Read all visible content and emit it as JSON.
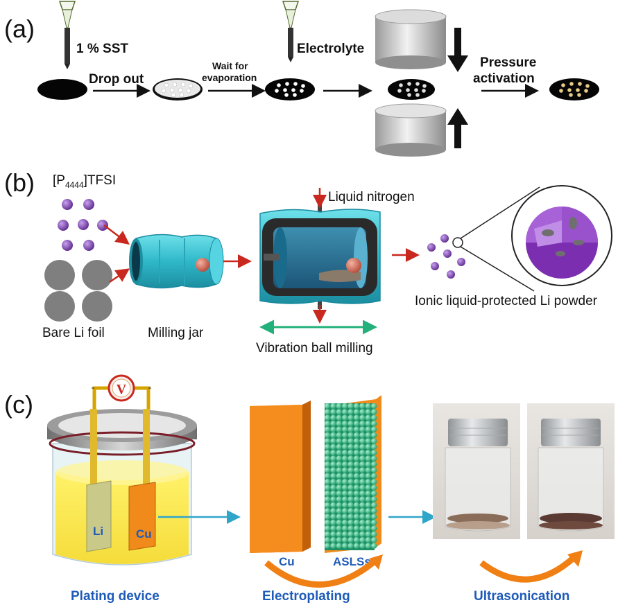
{
  "panel_a": {
    "label": "(a)",
    "sst_text": "1 % SST",
    "drop_out": "Drop out",
    "wait_line1": "Wait for",
    "wait_line2": "evaporation",
    "electrolyte": "Electrolyte",
    "pressure_line1": "Pressure",
    "pressure_line2": "activation"
  },
  "panel_b": {
    "label": "(b)",
    "il_prefix": "[P",
    "il_sub": "4444",
    "il_suffix": "]TFSI",
    "bare_li": "Bare Li foil",
    "milling_jar": "Milling jar",
    "liquid_nitrogen": "Liquid nitrogen",
    "vibration": "Vibration ball milling",
    "ionic_powder": "Ionic liquid-protected Li powder"
  },
  "panel_c": {
    "label": "(c)",
    "voltmeter": "V",
    "li_electrode": "Li",
    "cu_electrode": "Cu",
    "cu_plate": "Cu",
    "asls_plate": "ASLSs",
    "plating_device": "Plating device",
    "electroplating": "Electroplating",
    "ultrasonication": "Ultrasonication"
  },
  "colors": {
    "arrow_red": "#c8281e",
    "arrow_blue": "#2fa6c8",
    "accent_orange": "#f07f14",
    "sphere_green": "#35c38d",
    "jar_cyan": "#3ec8d6",
    "particle_purple": "#7a3fb0",
    "caption_blue": "#1e5bb8"
  }
}
